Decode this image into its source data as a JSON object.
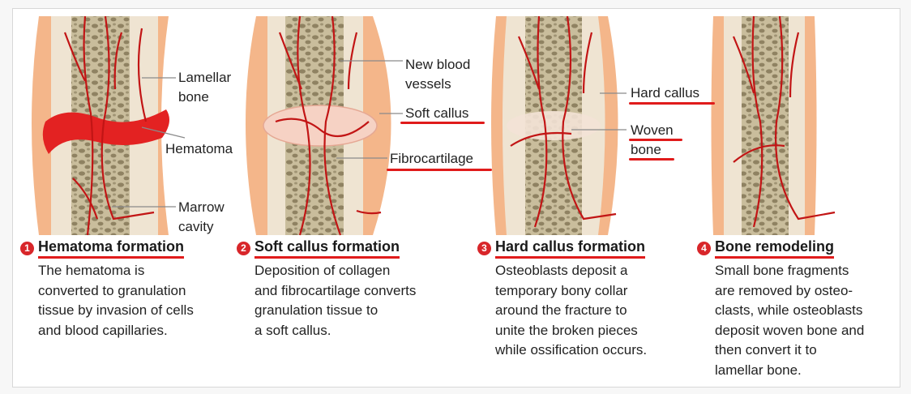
{
  "labels": {
    "lamellar_bone": "Lamellar\nbone",
    "hematoma": "Hematoma",
    "marrow_cavity": "Marrow\ncavity",
    "new_blood_vessels": "New blood\nvessels",
    "soft_callus": "Soft callus",
    "fibrocartilage": "Fibrocartilage",
    "hard_callus": "Hard callus",
    "woven_bone": "Woven\nbone"
  },
  "steps": [
    {
      "number": "1",
      "title": "Hematoma formation",
      "description": "The hematoma is\nconverted to granulation\ntissue by  invasion of cells\nand blood capillaries."
    },
    {
      "number": "2",
      "title": "Soft callus formation",
      "description": "Deposition of collagen\nand fibrocartilage converts\ngranulation tissue to\na soft callus."
    },
    {
      "number": "3",
      "title": "Hard callus formation",
      "description": "Osteoblasts deposit a\ntemporary bony collar\naround the fracture to\nunite the broken pieces\nwhile ossification occurs."
    },
    {
      "number": "4",
      "title": "Bone remodeling",
      "description": "Small bone fragments\nare removed by osteo-\nclasts, while osteoblasts\ndeposit woven bone and\nthen convert it to\nlamellar bone."
    }
  ],
  "colors": {
    "highlight_underline": "#e01b1b",
    "step_badge": "#d8262a",
    "periosteum": "#f4b68a",
    "bone_cortex": "#efe4d2",
    "marrow": "#b7aa86",
    "vessel": "#c21515",
    "hematoma": "#e32222"
  }
}
